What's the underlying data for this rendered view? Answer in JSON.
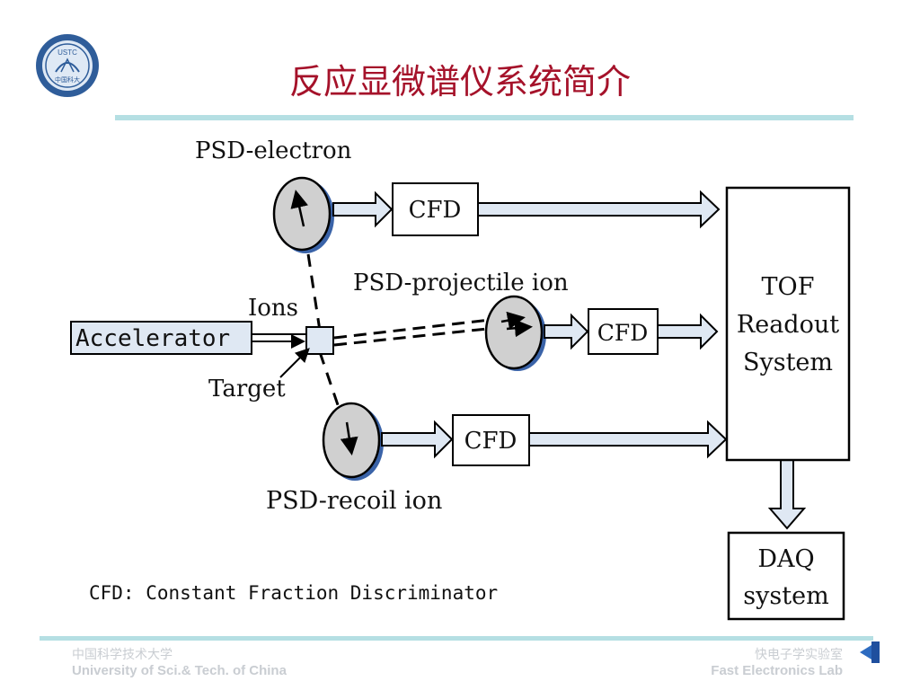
{
  "logo": {
    "text_top": "USTC",
    "text_bottom": "中国科大"
  },
  "slide_title": "反应显微谱仪系统简介",
  "diagram": {
    "psd_electron": "PSD-electron",
    "psd_projectile": "PSD-projectile ion",
    "psd_recoil": "PSD-recoil ion",
    "ions": "Ions",
    "accelerator": "Accelerator",
    "target": "Target",
    "cfd": "CFD",
    "tof_line1": "TOF",
    "tof_line2": "Readout",
    "tof_line3": "System",
    "daq_line1": "DAQ",
    "daq_line2": "system",
    "legend": "CFD: Constant Fraction Discriminator"
  },
  "footer": {
    "left_cn": "中国科学技术大学",
    "left_en": "University of Sci.& Tech. of China",
    "right_cn": "快电子学实验室",
    "right_en": "Fast Electronics Lab"
  },
  "colors": {
    "title": "#a5122a",
    "rule": "#b5dfe3",
    "arrow_fill": "#dfe8f3",
    "detector": "#d0d0d0",
    "detector_shadow": "#3a63a8"
  }
}
